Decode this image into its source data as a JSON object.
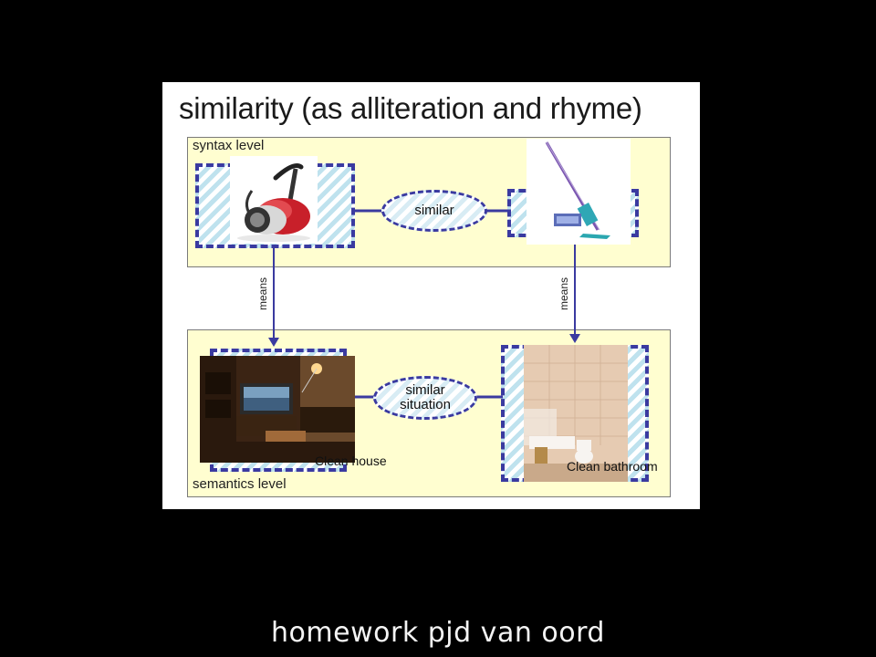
{
  "slide": {
    "title": "similarity (as alliteration and rhyme)",
    "syntax_label": "syntax level",
    "semantics_label": "semantics level",
    "similar_label": "similar",
    "similar_situation_line1": "similar",
    "similar_situation_line2": "situation",
    "means_left": "means",
    "means_right": "means",
    "caption_house": "Clean house",
    "caption_bathroom": "Clean bathroom",
    "images": {
      "top_left": "vacuum-cleaner-icon",
      "top_right": "spray-mop-icon",
      "bottom_left": "living-room-photo-icon",
      "bottom_right": "bathroom-photo-icon"
    }
  },
  "footer": {
    "text": "homework pjd van oord"
  },
  "colors": {
    "level_fill": "#fffed0",
    "dash_blue": "#3a3aa0",
    "hatch_blue": "#bfe2ee",
    "background": "#000000"
  }
}
